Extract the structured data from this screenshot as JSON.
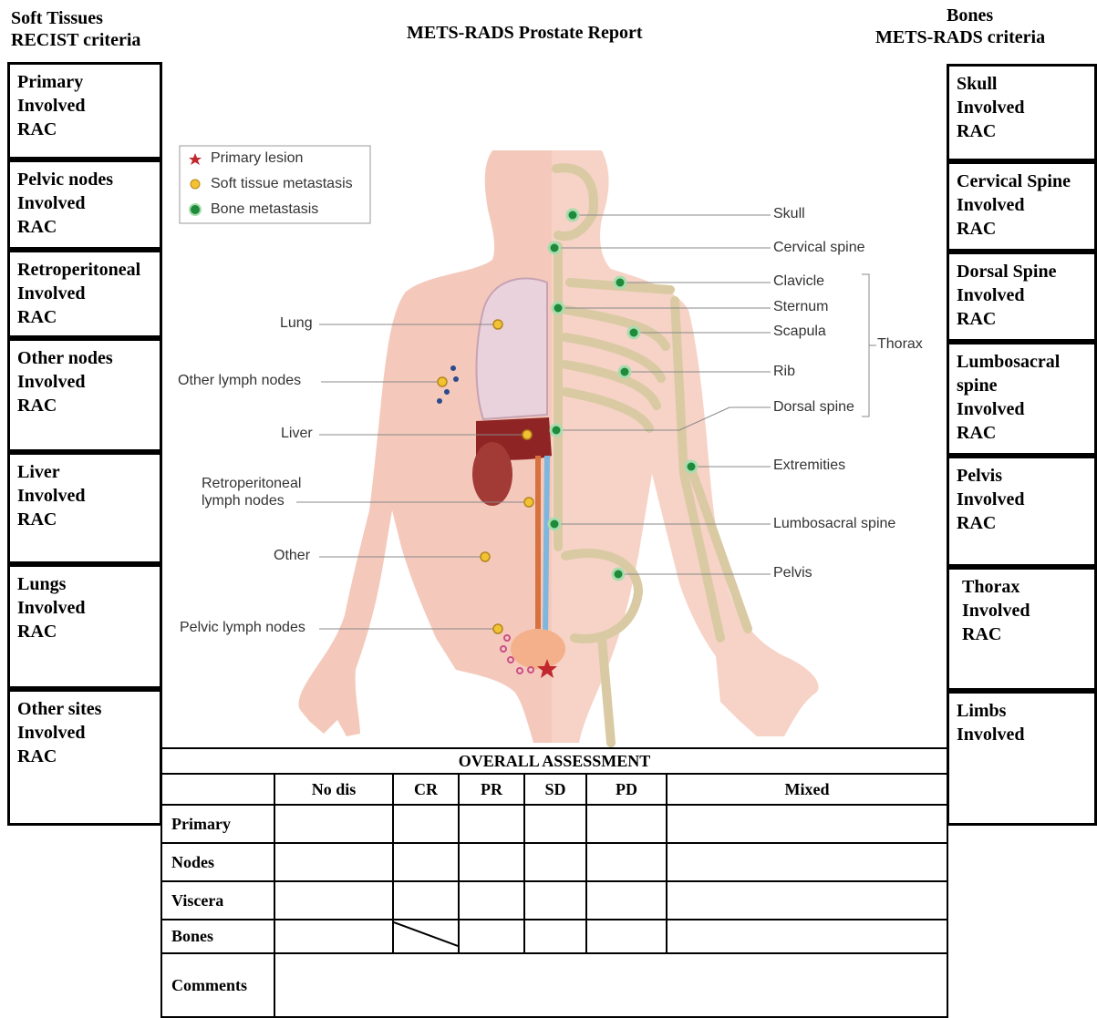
{
  "header": {
    "left_line1": "Soft Tissues",
    "left_line2": "RECIST criteria",
    "title": "METS-RADS Prostate Report",
    "right_line1": "Bones",
    "right_line2": "METS-RADS criteria"
  },
  "left_boxes": [
    {
      "site": "Primary",
      "involved": "Involved",
      "rac": "RAC"
    },
    {
      "site": "Pelvic nodes",
      "involved": "Involved",
      "rac": "RAC"
    },
    {
      "site": "Retroperitoneal",
      "involved": "Involved",
      "rac": "RAC"
    },
    {
      "site": "Other nodes",
      "involved": "Involved",
      "rac": "RAC"
    },
    {
      "site": "Liver",
      "involved": "Involved",
      "rac": "RAC"
    },
    {
      "site": "Lungs",
      "involved": "Involved",
      "rac": "RAC"
    },
    {
      "site": "Other sites",
      "involved": "Involved",
      "rac": "RAC"
    }
  ],
  "right_boxes": [
    {
      "site": "Skull",
      "involved": "Involved",
      "rac": "RAC"
    },
    {
      "site": "Cervical Spine",
      "involved": "Involved",
      "rac": "RAC"
    },
    {
      "site": "Dorsal Spine",
      "involved": "Involved",
      "rac": "RAC"
    },
    {
      "site": "Lumbosacral",
      "site2": "spine",
      "involved": "Involved",
      "rac": "RAC"
    },
    {
      "site": "Pelvis",
      "involved": "Involved",
      "rac": "RAC"
    },
    {
      "site": "Thorax",
      "involved": "Involved",
      "rac": "RAC"
    },
    {
      "site": "Limbs",
      "involved": "Involved"
    }
  ],
  "legend": {
    "primary": "Primary lesion",
    "soft": "Soft tissue metastasis",
    "bone": "Bone metastasis"
  },
  "diagram_labels": {
    "lung": "Lung",
    "other_lymph": "Other lymph nodes",
    "liver": "Liver",
    "retro1": "Retroperitoneal",
    "retro2": "lymph nodes",
    "other": "Other",
    "pelvic_lymph": "Pelvic lymph nodes",
    "skull": "Skull",
    "cervical": "Cervical spine",
    "clavicle": "Clavicle",
    "sternum": "Sternum",
    "scapula": "Scapula",
    "thorax": "Thorax",
    "rib": "Rib",
    "dorsal": "Dorsal spine",
    "extremities": "Extremities",
    "lumbosacral": "Lumbosacral spine",
    "pelvis": "Pelvis"
  },
  "colors": {
    "skin": "#f4c9bc",
    "bone": "#efe5cb",
    "soft_marker": "#f1c232",
    "bone_marker": "#1f8a3a",
    "primary_marker": "#c0282d"
  },
  "assessment": {
    "title": "OVERALL ASSESSMENT",
    "columns": [
      "No dis",
      "CR",
      "PR",
      "SD",
      "PD",
      "Mixed"
    ],
    "rows": [
      "Primary",
      "Nodes",
      "Viscera",
      "Bones"
    ],
    "comments": "Comments"
  }
}
